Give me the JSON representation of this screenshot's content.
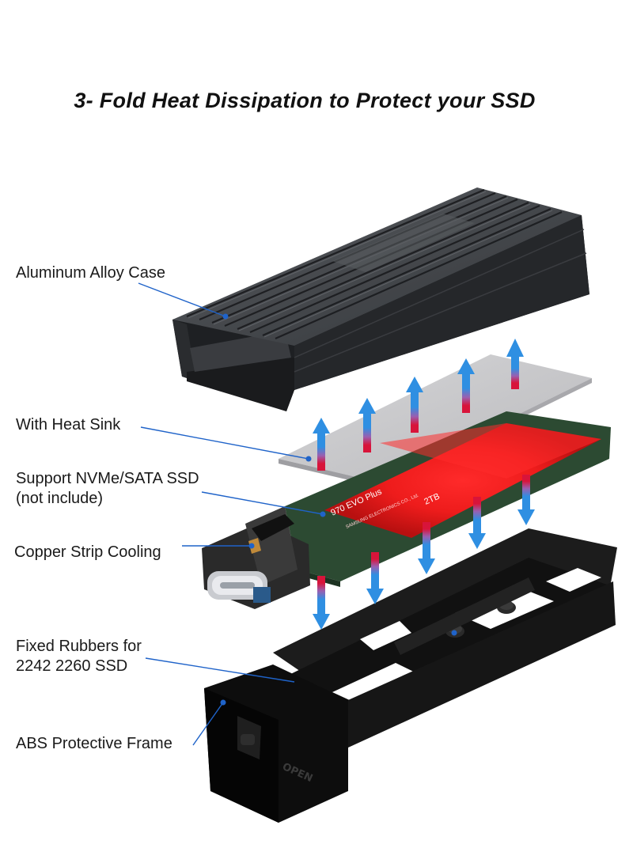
{
  "title": "3- Fold Heat Dissipation to Protect your SSD",
  "labels": {
    "case": "Aluminum Alloy Case",
    "heatsink": "With Heat Sink",
    "ssd_line1": "Support NVMe/SATA SSD",
    "ssd_line2": "(not include)",
    "copper": "Copper Strip Cooling",
    "rubbers_line1": "Fixed Rubbers for",
    "rubbers_line2": "2242 2260 SSD",
    "frame": "ABS Protective Frame"
  },
  "ssd_printing": {
    "model": "970 EVO Plus",
    "capacity": "2TB",
    "maker": "SAMSUNG ELECTRONICS CO., Ltd."
  },
  "frame_text": "OPEN",
  "colors": {
    "callout_line": "#1f63c9",
    "arrow_blue": "#2a8fe0",
    "arrow_red": "#e01a2c",
    "case_dark": "#2b2d30",
    "frame_black": "#151515"
  }
}
